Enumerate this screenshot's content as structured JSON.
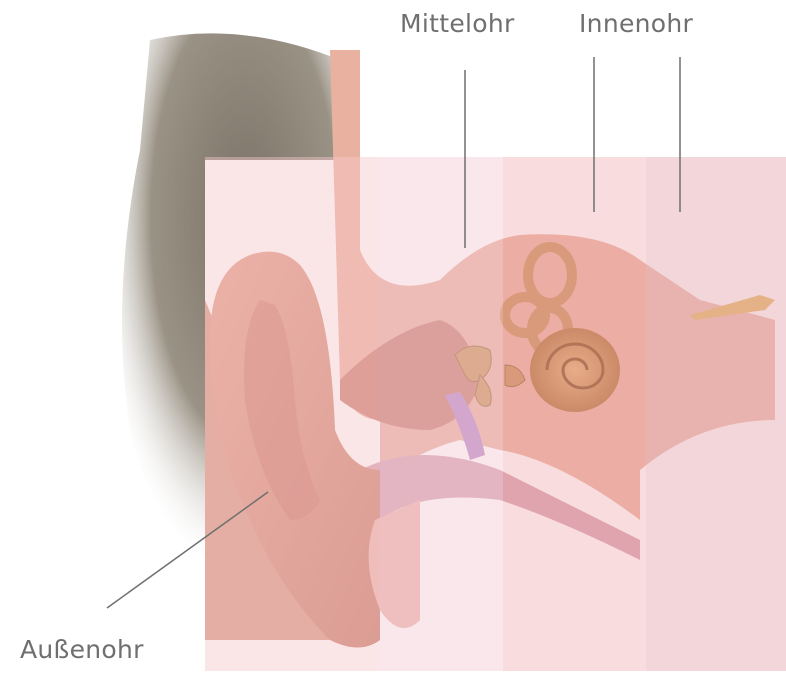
{
  "labels": {
    "middle_ear": "Mittelohr",
    "inner_ear": "Innenohr",
    "outer_ear": "Außenohr"
  },
  "colors": {
    "zone_outer": "#f7c7c9",
    "zone_middle": "#f3c9d2",
    "zone_inner_a": "#f1a8a9",
    "zone_inner_b": "#e7b5b9",
    "skin": "#e9a58f",
    "hair": "#8c8478",
    "bone": "#c9925a",
    "leader_line": "#6f6f6f"
  }
}
